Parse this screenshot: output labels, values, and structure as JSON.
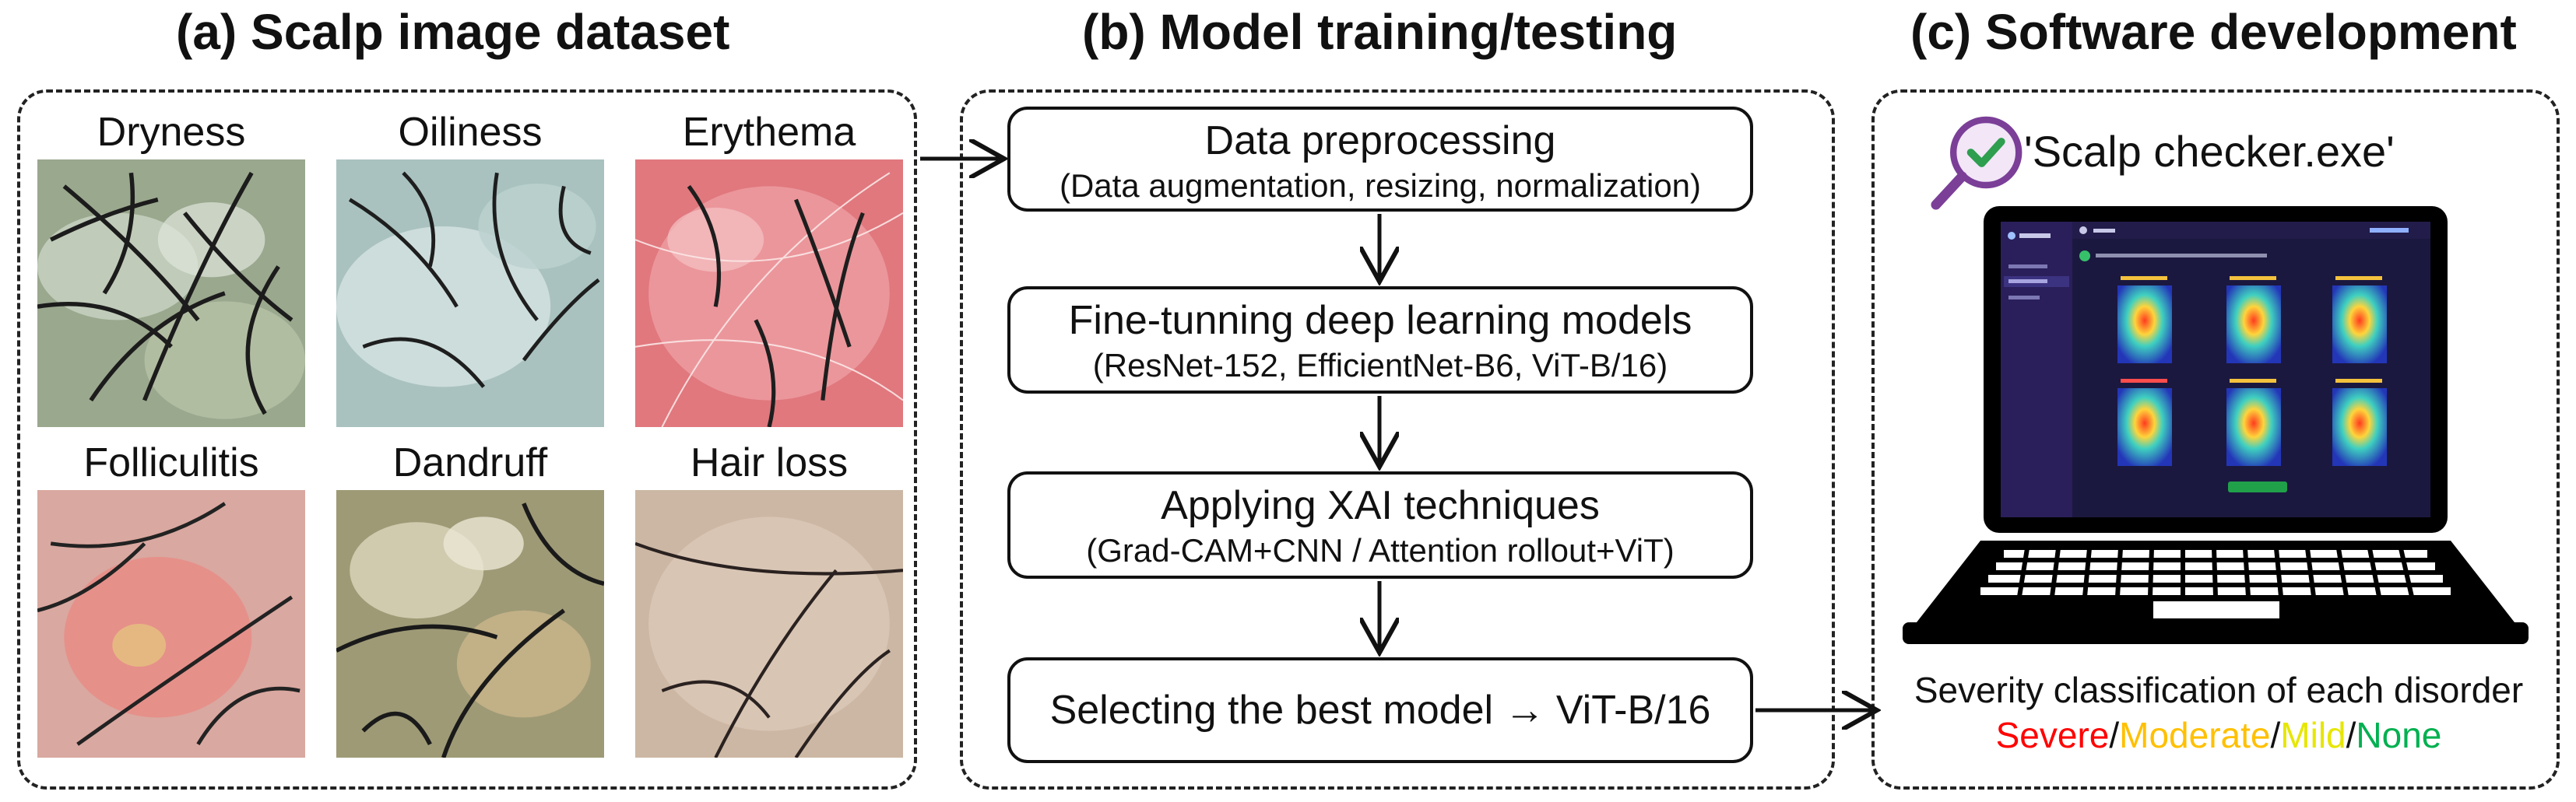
{
  "panels": {
    "a": {
      "title": "(a) Scalp image dataset",
      "images": [
        {
          "label": "Dryness"
        },
        {
          "label": "Oiliness"
        },
        {
          "label": "Erythema"
        },
        {
          "label": "Folliculitis"
        },
        {
          "label": "Dandruff"
        },
        {
          "label": "Hair loss"
        }
      ]
    },
    "b": {
      "title": "(b) Model training/testing",
      "steps": [
        {
          "main": "Data preprocessing",
          "sub": "(Data augmentation, resizing, normalization)"
        },
        {
          "main": "Fine-tunning deep learning models",
          "sub": "(ResNet-152, EfficientNet-B6, ViT-B/16)"
        },
        {
          "main": "Applying XAI techniques",
          "sub": "(Grad-CAM+CNN / Attention rollout+ViT)"
        },
        {
          "main": "Selecting the best model → ViT-B/16",
          "sub": ""
        }
      ]
    },
    "c": {
      "title": "(c) Software development",
      "app_name": "'Scalp checker.exe'",
      "severity_title": "Severity classification of each disorder",
      "severity_levels": [
        {
          "label": "Severe",
          "color": "#ff0000"
        },
        {
          "label": "Moderate",
          "color": "#ffc000"
        },
        {
          "label": "Mild",
          "color": "#e6e600"
        },
        {
          "label": "None",
          "color": "#00b050"
        }
      ],
      "separator": "/"
    }
  }
}
